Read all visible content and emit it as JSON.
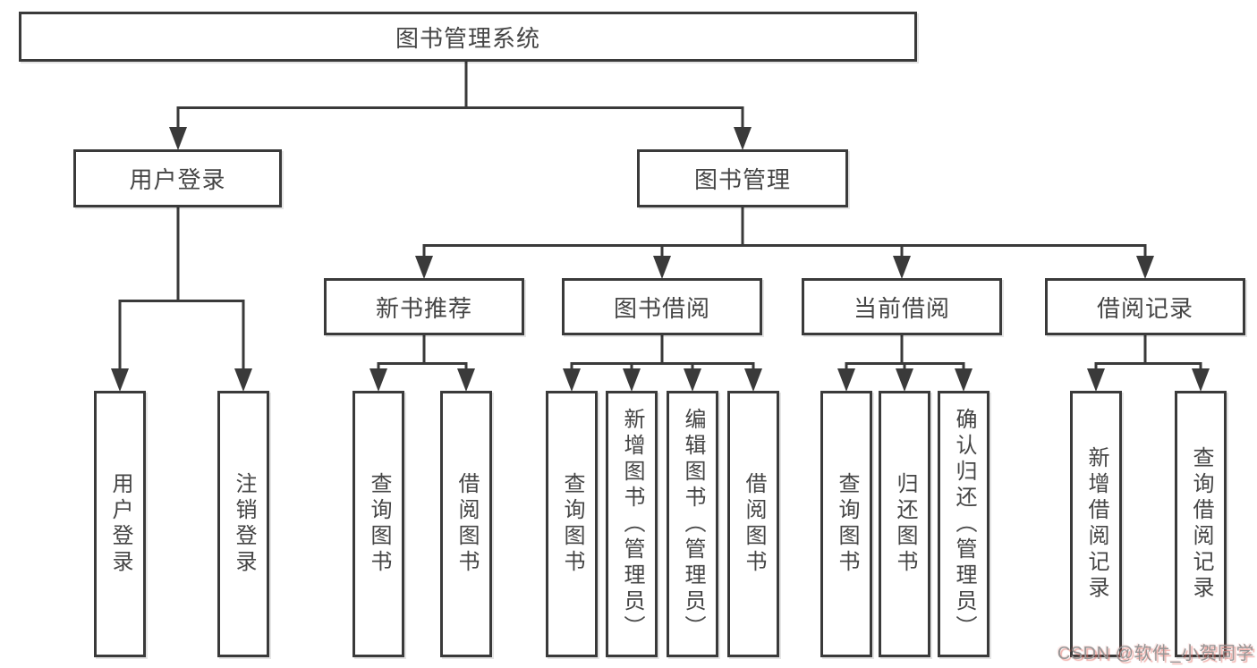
{
  "diagram": {
    "type": "hierarchy-chart",
    "colors": {
      "line": "#3a3a3a",
      "box_border": "#3a3a3a",
      "box_fill": "#ffffff",
      "text": "#454545",
      "background": "#ffffff",
      "watermark_gray": "#969696",
      "watermark_red": "#e26e64"
    },
    "nodes": {
      "root": {
        "label": "图书管理系统"
      },
      "level2": {
        "user_login": {
          "label": "用户登录",
          "parent": "root"
        },
        "book_management": {
          "label": "图书管理",
          "parent": "root"
        }
      },
      "level3": {
        "new_book_recommend": {
          "label": "新书推荐",
          "parent": "book_management"
        },
        "book_borrow": {
          "label": "图书借阅",
          "parent": "book_management"
        },
        "current_borrow": {
          "label": "当前借阅",
          "parent": "book_management"
        },
        "borrow_record": {
          "label": "借阅记录",
          "parent": "book_management"
        }
      },
      "level4": {
        "login": {
          "label": "用户登录",
          "parent": "user_login"
        },
        "logout": {
          "label": "注销登录",
          "parent": "user_login"
        },
        "query_book_recommend": {
          "label": "查询图书",
          "parent": "new_book_recommend"
        },
        "borrow_book_recommend": {
          "label": "借阅图书",
          "parent": "new_book_recommend"
        },
        "query_book_borrow": {
          "label": "查询图书",
          "parent": "book_borrow"
        },
        "add_book_admin": {
          "label": "新增图书（管理员）",
          "parent": "book_borrow"
        },
        "edit_book_admin": {
          "label": "编辑图书（管理员）",
          "parent": "book_borrow"
        },
        "borrow_book_borrow": {
          "label": "借阅图书",
          "parent": "book_borrow"
        },
        "query_book_current": {
          "label": "查询图书",
          "parent": "current_borrow"
        },
        "return_book": {
          "label": "归还图书",
          "parent": "current_borrow"
        },
        "confirm_return_admin": {
          "label": "确认归还（管理员）",
          "parent": "current_borrow"
        },
        "add_borrow_record": {
          "label": "新增借阅记录",
          "parent": "borrow_record"
        },
        "query_borrow_record": {
          "label": "查询借阅记录",
          "parent": "borrow_record"
        }
      }
    }
  },
  "watermark": "CSDN @软件_小贺同学"
}
